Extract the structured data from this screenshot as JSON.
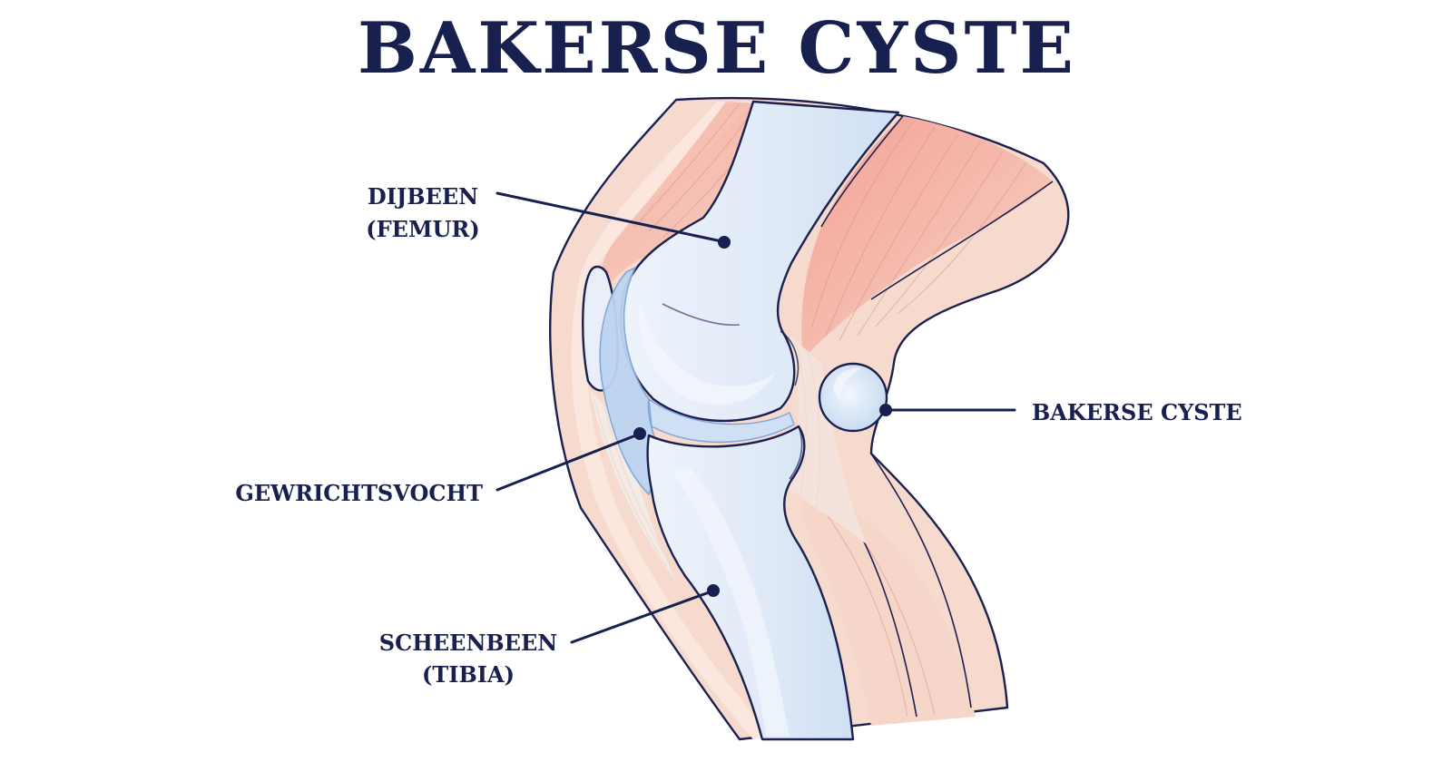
{
  "title": "BAKERSE CYSTE",
  "labels": {
    "femur_line1": "DIJBEEN",
    "femur_line2": "(FEMUR)",
    "fluid": "GEWRICHTSVOCHT",
    "tibia_line1": "SCHEENBEEN",
    "tibia_line2": "(TIBIA)",
    "cyst": "BAKERSE CYSTE"
  },
  "colors": {
    "text": "#17204f",
    "skin": "#f6d9cc",
    "muscle": "#ef9f90",
    "bone": "#dfe9f7",
    "joint_fluid": "#b9d2f0"
  }
}
